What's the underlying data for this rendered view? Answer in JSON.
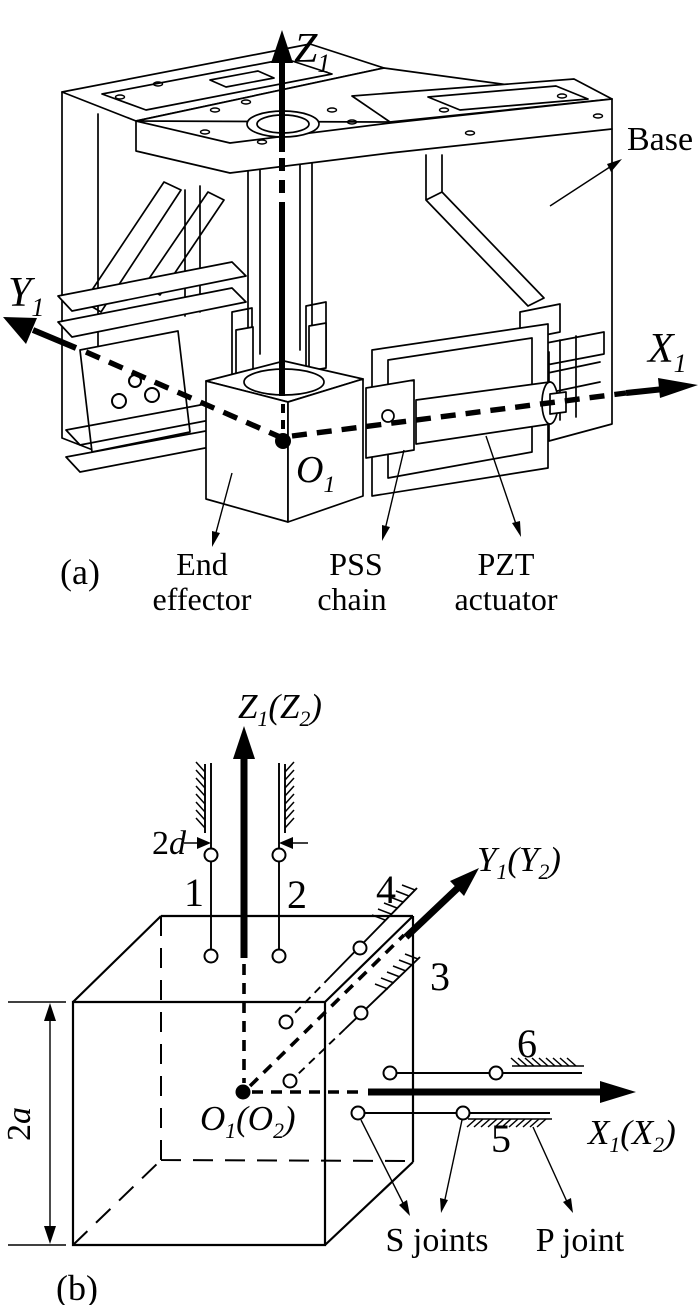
{
  "panel_a": {
    "tag": "(a)",
    "axis_z": {
      "main": "Z",
      "sub": "1"
    },
    "axis_y": {
      "main": "Y",
      "sub": "1"
    },
    "axis_x": {
      "main": "X",
      "sub": "1"
    },
    "origin": {
      "main": "O",
      "sub": "1"
    },
    "label_base": "Base",
    "label_end_effector": {
      "line1": "End",
      "line2": "effector"
    },
    "label_pss_chain": {
      "line1": "PSS",
      "line2": "chain"
    },
    "label_pzt_actuator": {
      "line1": "PZT",
      "line2": "actuator"
    }
  },
  "panel_b": {
    "tag": "(b)",
    "axis_z": {
      "p0": "Z",
      "p1": "1",
      "p2": "(Z",
      "p3": "2",
      "p4": ")"
    },
    "axis_y": {
      "p0": "Y",
      "p1": "1",
      "p2": "(Y",
      "p3": "2",
      "p4": ")"
    },
    "axis_x": {
      "p0": "X",
      "p1": "1",
      "p2": "(X",
      "p3": "2",
      "p4": ")"
    },
    "origin": {
      "p0": "O",
      "p1": "1",
      "p2": "(O",
      "p3": "2",
      "p4": ")"
    },
    "dim_width": {
      "num": "2",
      "var": "d"
    },
    "dim_height": {
      "num": "2",
      "var": "a"
    },
    "limbs": [
      "1",
      "2",
      "3",
      "4",
      "5",
      "6"
    ],
    "label_s_joints": "S joints",
    "label_p_joint": "P joint"
  },
  "colors": {
    "ink": "#000000",
    "background": "#ffffff"
  }
}
